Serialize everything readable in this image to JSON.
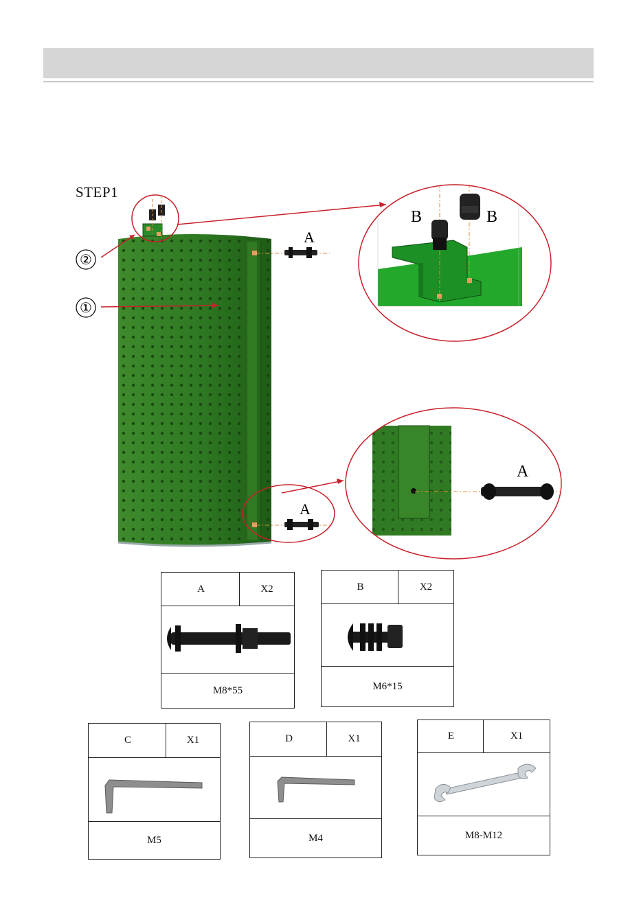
{
  "step": {
    "label": "STEP1"
  },
  "callouts": {
    "panel_number": "①",
    "bracket_number": "②"
  },
  "labels": {
    "bolt_a_top": "A",
    "bolt_a_bottom": "A",
    "zoom_bottom_a": "A",
    "zoom_top_b_left": "B",
    "zoom_top_b_right": "B"
  },
  "colors": {
    "body_green": "#2f7a23",
    "leader_red": "#c8202a",
    "bracket_green": "#1f8a2a"
  },
  "parts": [
    {
      "letter": "A",
      "qty": "X2",
      "size": "M8*55"
    },
    {
      "letter": "B",
      "qty": "X2",
      "size": "M6*15"
    },
    {
      "letter": "C",
      "qty": "X1",
      "size": "M5"
    },
    {
      "letter": "D",
      "qty": "X1",
      "size": "M4"
    },
    {
      "letter": "E",
      "qty": "X1",
      "size": "M8-M12"
    }
  ]
}
